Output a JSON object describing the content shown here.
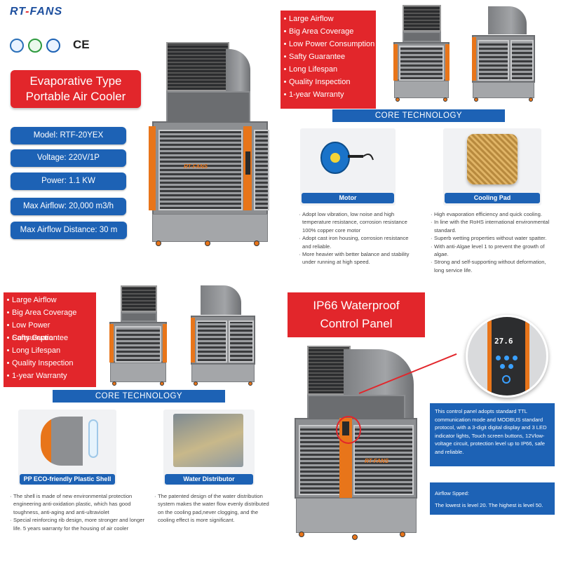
{
  "brand": {
    "logo_left": "RT",
    "logo_sep": "-",
    "logo_right": "FANS",
    "cert_mark": "CE"
  },
  "panel1": {
    "title_line1": "Evaporative Type",
    "title_line2": "Portable Air Cooler",
    "specs": [
      "Model: RTF-20YEX",
      "Voltage:  220V/1P",
      "Power: 1.1 KW",
      "Max Airflow: 20,000 m3/h",
      "Max Airflow Distance: 30 m"
    ]
  },
  "features": [
    "Large Airflow",
    "Big Area Coverage",
    "Low Power Consumption",
    "Safty Guarantee",
    "Long Lifespan",
    "Quality Inspection",
    "1-year Warranty"
  ],
  "core_technology_label": "CORE TECHNOLOGY",
  "panel2": {
    "card1": {
      "label": "Motor",
      "bullets": [
        "Adopt low vibration, low noise and high temperature resistance, corrosion resistance 100% copper core motor",
        "Adopt cast iron housing, corrosion resistance and reliable.",
        "More heavier with better balance and stability under running at high speed."
      ]
    },
    "card2": {
      "label": "Cooling Pad",
      "bullets": [
        "High evaporation efficiency and quick cooling.",
        "In line with the RoHS international environmental standard.",
        "Superb wetting properties without water spatter.",
        "With anti-Algae level 1 to prevent the growth of algae.",
        "Strong and self-supporting without deformation, long service life."
      ]
    }
  },
  "panel3": {
    "card1": {
      "label": "PP ECO-friendly Plastic Shell",
      "bullets": [
        "The shell is made of new environmental protection engineering anti-oxidation plastic, which has good toughness, anti-aging and anti-ultraviolet",
        "Special reinforcing rib design, more stronger and longer life. 5 years warranty for the housing of air cooler"
      ]
    },
    "card2": {
      "label": "Water Distributor",
      "bullets": [
        "The patented design of the water distribution system makes the water flow evenly distributed on the cooling pad,never clogging, and the cooling effect is more significant."
      ]
    }
  },
  "panel4": {
    "title_line1": "IP66 Waterproof",
    "title_line2": "Control Panel",
    "display_value": "27.6",
    "info": "This control panel adopts standard TTL communication mode and MODBUS standard protocol,  with a 3-digit digital display and 3 LED indicator lights, Touch screen buttons, 12Vlow-voltage circuit, protection level up to IP66, safe and reliable.",
    "speed_title": "Airflow Spped:",
    "speed_text": "The lowest is level 20. The highest is level 50."
  },
  "cooler_logo": "RT-FANS",
  "colors": {
    "brand_red": "#e2262b",
    "brand_blue": "#1d62b5",
    "accent_orange": "#e8751a"
  }
}
